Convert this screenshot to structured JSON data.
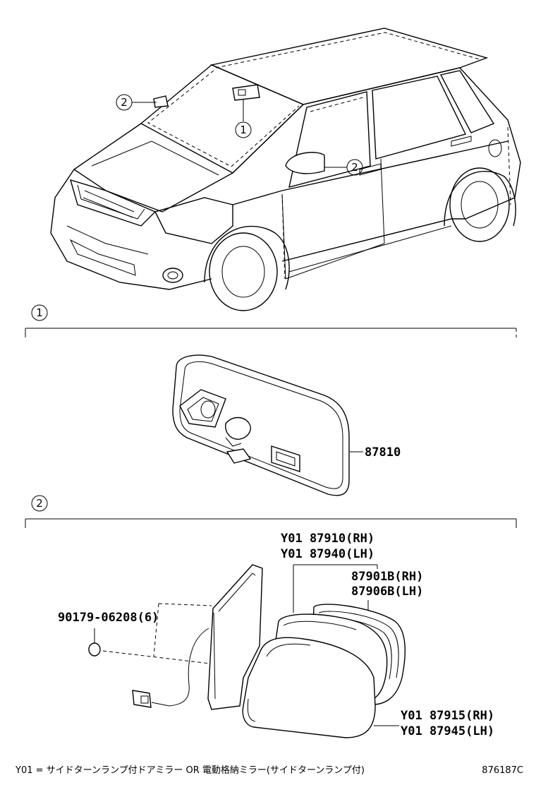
{
  "callouts": {
    "car_1": "1",
    "car_2a": "2",
    "car_2b": "2",
    "section_1": "1",
    "section_2": "2"
  },
  "section1": {
    "inner_mirror_part": "87810"
  },
  "section2": {
    "mirror_assy_rh": "Y01 87910(RH)",
    "mirror_assy_lh": "Y01 87940(LH)",
    "mirror_body_rh": "87901B(RH)",
    "mirror_body_lh": "87906B(LH)",
    "screw": "90179-06208(6)",
    "cover_rh": "Y01 87915(RH)",
    "cover_lh": "Y01 87945(LH)"
  },
  "footer": {
    "note": "Y01 = サイドターンランプ付ドアミラー OR 電動格納ミラー(サイドターンランプ付)",
    "diagram_code": "876187C"
  }
}
